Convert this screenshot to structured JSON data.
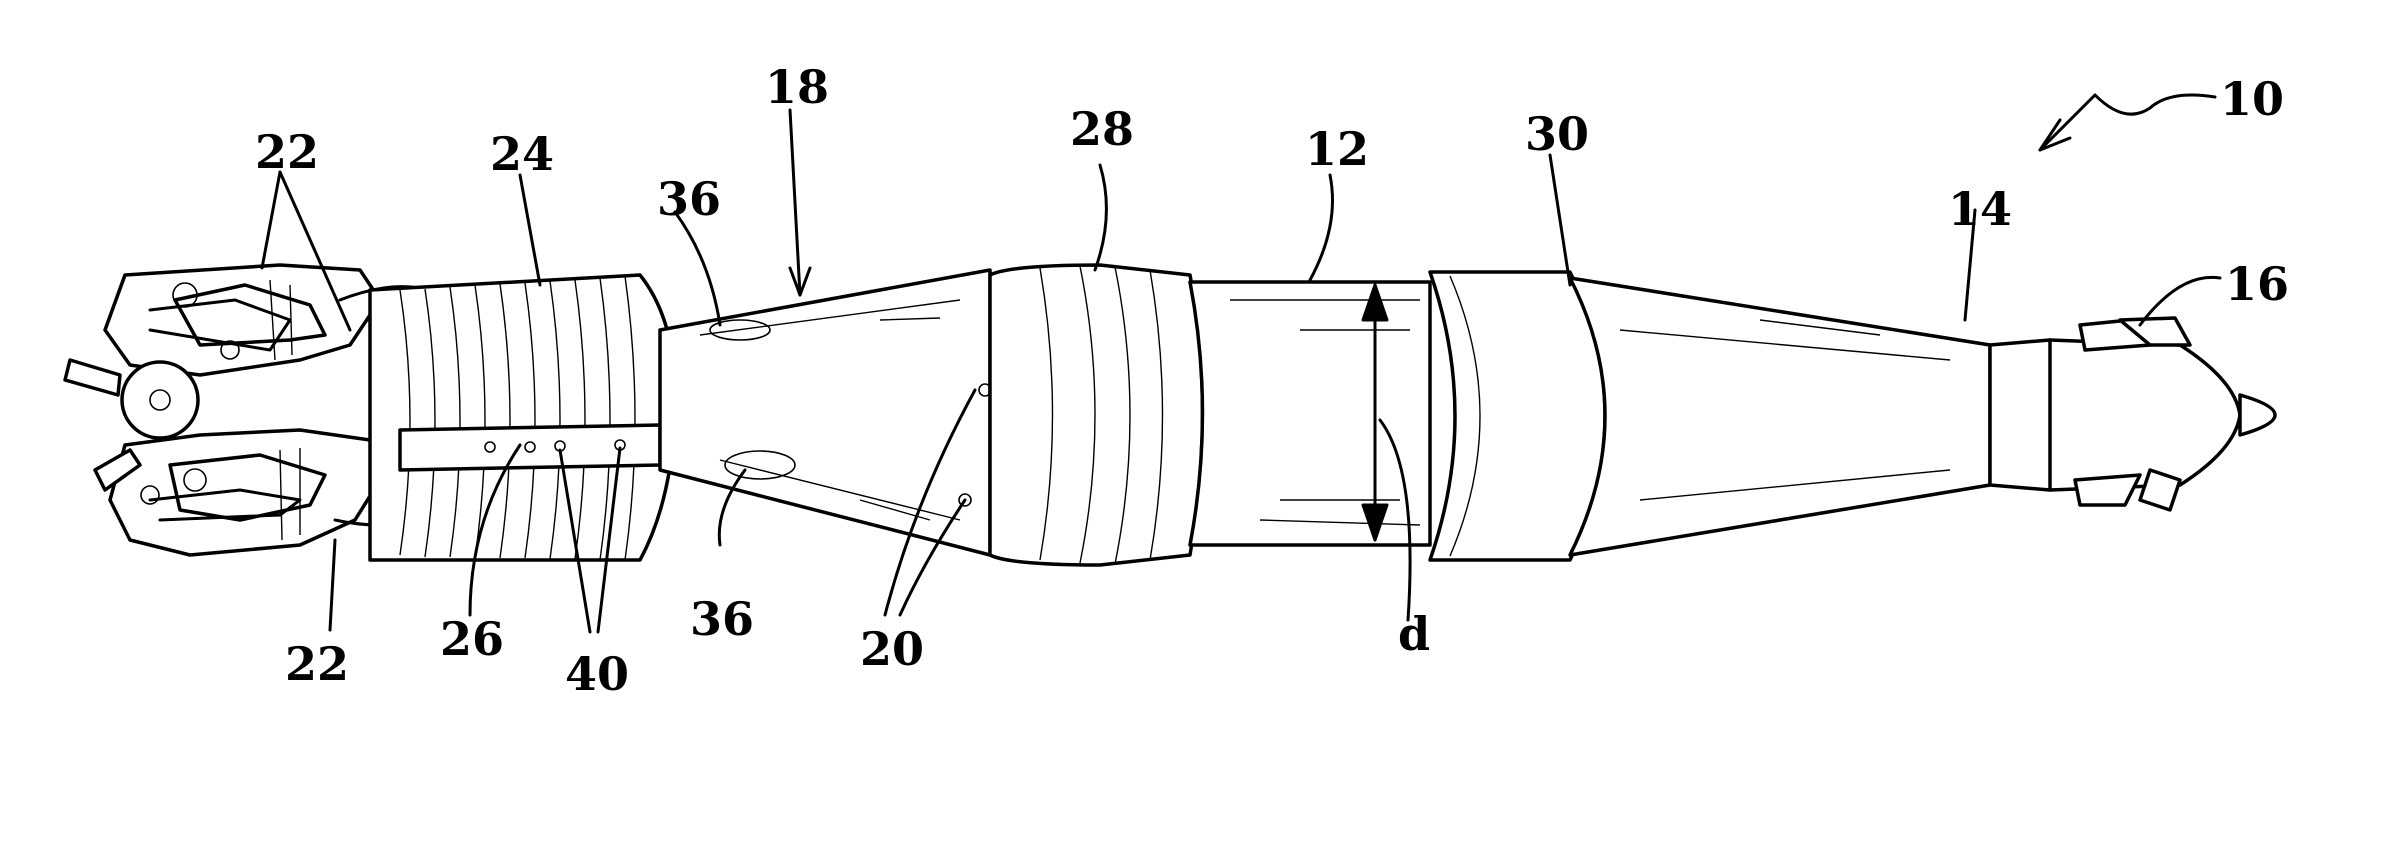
{
  "figure": {
    "labels": {
      "l10": "10",
      "l12": "12",
      "l14": "14",
      "l16": "16",
      "l18": "18",
      "l20": "20",
      "l22_top": "22",
      "l22_bottom": "22",
      "l24": "24",
      "l26": "26",
      "l28": "28",
      "l30": "30",
      "l36_top": "36",
      "l36_bottom": "36",
      "l40": "40",
      "ld": "d"
    }
  }
}
